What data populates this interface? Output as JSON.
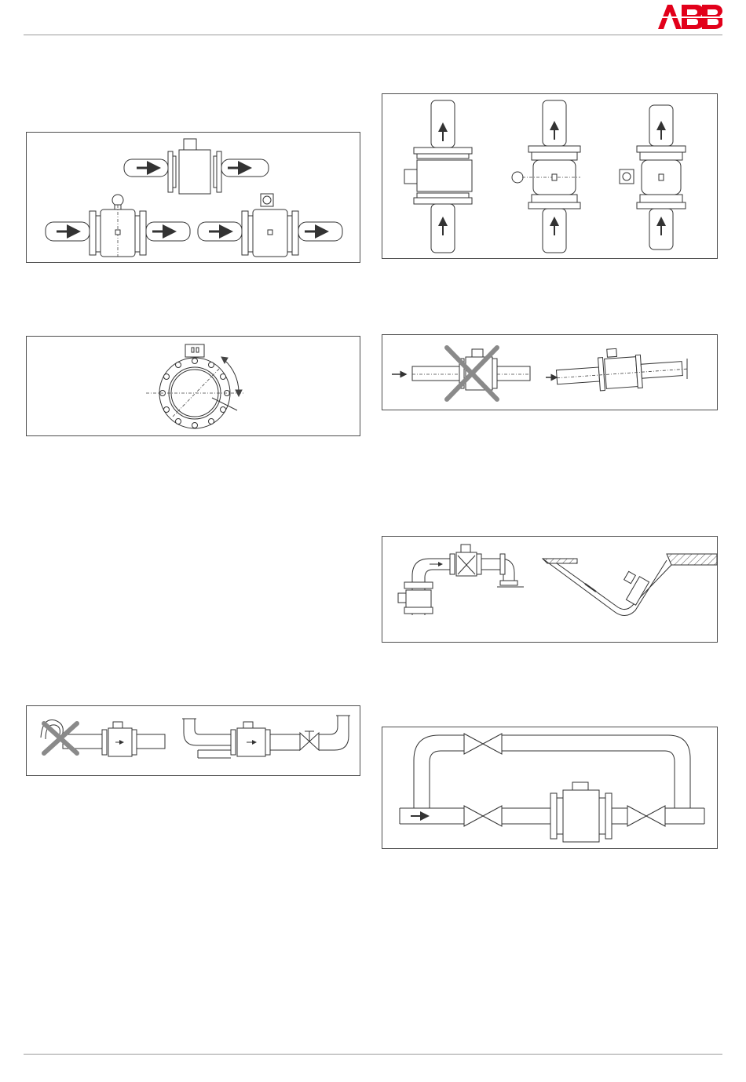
{
  "header": {
    "brand_logo": "ABB",
    "brand_color": "#e2001a"
  },
  "figures": [
    {
      "id": "fig1",
      "icon": "horizontal-installation-diagram"
    },
    {
      "id": "fig2",
      "icon": "vertical-installation-diagram"
    },
    {
      "id": "fig3",
      "icon": "electrode-axis-rotation-diagram"
    },
    {
      "id": "fig4",
      "icon": "partially-filled-pipe-diagram"
    },
    {
      "id": "fig5",
      "icon": "free-outflow-and-downpipe-diagram"
    },
    {
      "id": "fig6",
      "icon": "free-outlet-vs-siphon-diagram"
    },
    {
      "id": "fig7",
      "icon": "bypass-with-shutoff-valves-diagram"
    }
  ]
}
